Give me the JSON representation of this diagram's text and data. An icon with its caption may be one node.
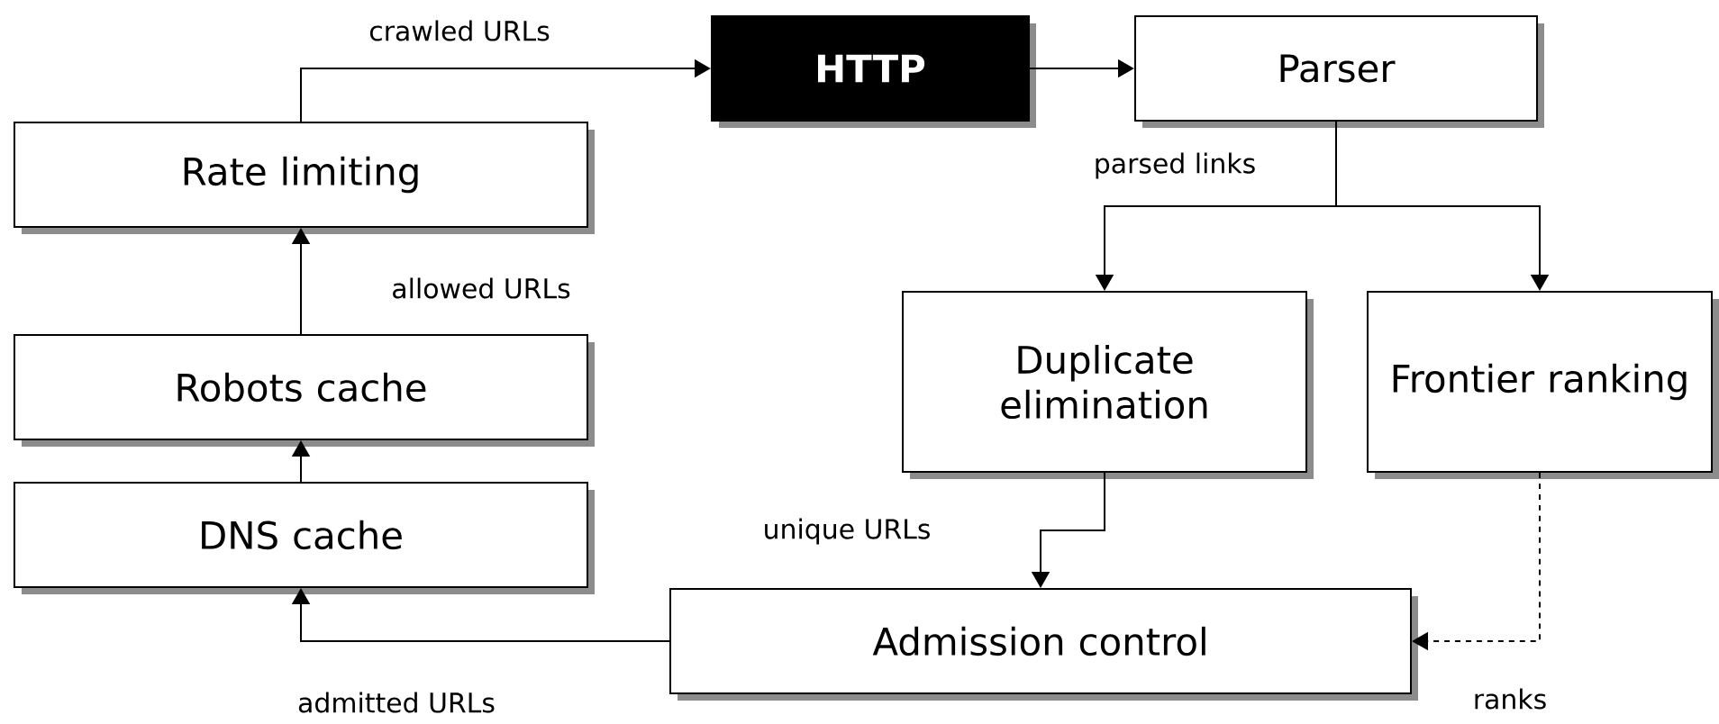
{
  "diagram": {
    "nodes": [
      {
        "text": [
          "Rate limiting"
        ]
      },
      {
        "text": [
          "Robots cache"
        ]
      },
      {
        "text": [
          "DNS cache"
        ]
      },
      {
        "text": [
          "HTTP"
        ]
      },
      {
        "text": [
          "Parser"
        ]
      },
      {
        "text": [
          "Duplicate elimination"
        ]
      },
      {
        "text": [
          "Frontier ranking"
        ]
      },
      {
        "text": [
          "Admission control"
        ]
      }
    ],
    "edges": [
      {
        "from": 0,
        "to": 3,
        "arrow": "to",
        "label": "crawled URLs"
      },
      {
        "from": 3,
        "to": 4,
        "arrow": "to"
      },
      {
        "from": 1,
        "to": 0,
        "arrow": "to",
        "label": "allowed URLs"
      },
      {
        "from": 2,
        "to": 1,
        "arrow": "to"
      },
      {
        "from": 4,
        "to": 5,
        "arrow": "to",
        "label": "parsed links"
      },
      {
        "from": 4,
        "to": 6,
        "arrow": "to"
      },
      {
        "from": 5,
        "to": 7,
        "arrow": "to",
        "label": "unique URLs"
      },
      {
        "from": 6,
        "to": 7,
        "arrow": "to",
        "style": "dashed",
        "label": "ranks"
      },
      {
        "from": 7,
        "to": 2,
        "arrow": "to",
        "label": "admitted URLs"
      }
    ]
  }
}
